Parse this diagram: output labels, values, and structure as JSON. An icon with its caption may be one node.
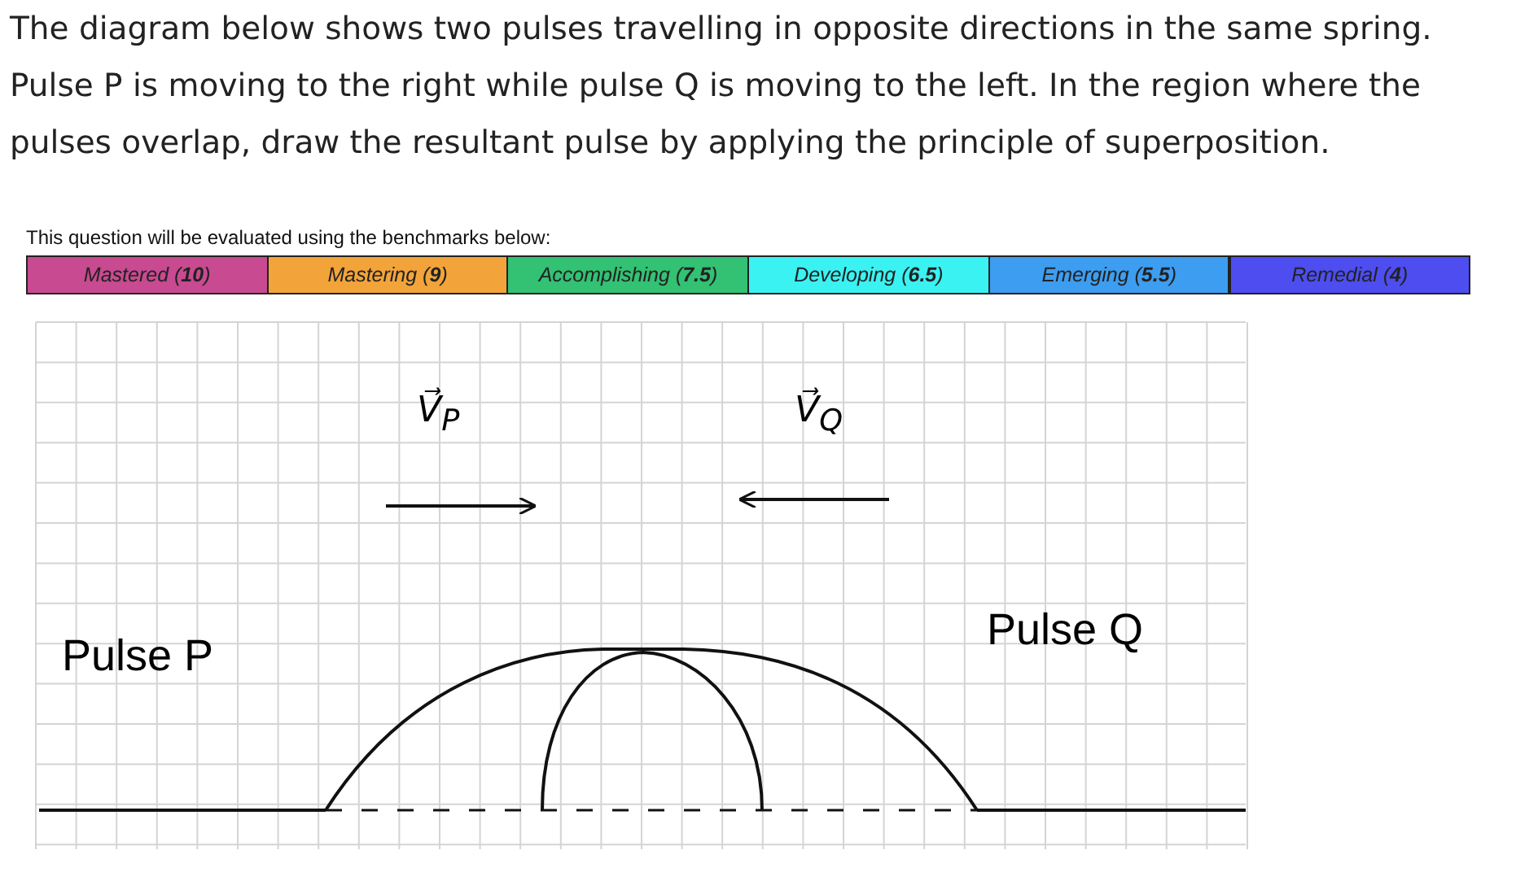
{
  "diagram": {
    "title": "The diagram below shows two pulses travelling in opposite directions in the same spring. Pulse P is moving to the right while pulse Q is moving to the left. In the region where the pulses overlap, draw the resultant pulse by applying the principle of superposition.",
    "nodes": [
      {
        "text": [
          "Mastered (**10**)"
        ]
      },
      {
        "text": [
          "Mastering (**9**)"
        ]
      },
      {
        "text": [
          "Accomplishing (**7.5**)"
        ]
      },
      {
        "text": [
          "Developing (**6.5**)"
        ]
      },
      {
        "text": [
          "Emerging (**5.5**)"
        ]
      },
      {
        "text": [
          "Remedial (**4**)"
        ]
      }
    ],
    "labels": [
      "This question will be evaluated using the benchmarks below:",
      "V⃗$_{P}$",
      "V⃗$_{Q}$",
      "Pulse P",
      "Pulse Q"
    ]
  }
}
